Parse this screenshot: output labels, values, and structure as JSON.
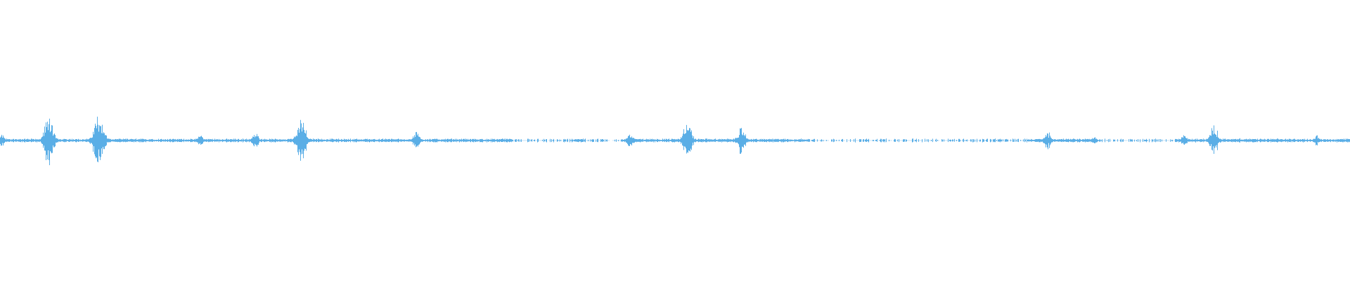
{
  "waveform": {
    "color": "#5aaee6",
    "baseline_amplitude": 0.012,
    "bursts": [
      {
        "t": 0.001,
        "a": 0.05
      },
      {
        "t": 0.036,
        "a": 0.19
      },
      {
        "t": 0.073,
        "a": 0.22
      },
      {
        "t": 0.148,
        "a": 0.05
      },
      {
        "t": 0.189,
        "a": 0.06
      },
      {
        "t": 0.223,
        "a": 0.18
      },
      {
        "t": 0.308,
        "a": 0.07
      },
      {
        "t": 0.428,
        "a": 0.02
      },
      {
        "t": 0.467,
        "a": 0.07
      },
      {
        "t": 0.509,
        "a": 0.16
      },
      {
        "t": 0.549,
        "a": 0.11
      },
      {
        "t": 0.776,
        "a": 0.07
      },
      {
        "t": 0.81,
        "a": 0.03
      },
      {
        "t": 0.877,
        "a": 0.05
      },
      {
        "t": 0.899,
        "a": 0.13
      },
      {
        "t": 0.918,
        "a": 0.02
      },
      {
        "t": 0.975,
        "a": 0.04
      }
    ],
    "quiet_segments": [
      {
        "start": 0.38,
        "end": 0.46
      },
      {
        "start": 0.6,
        "end": 0.76
      },
      {
        "start": 0.81,
        "end": 0.87
      }
    ]
  }
}
